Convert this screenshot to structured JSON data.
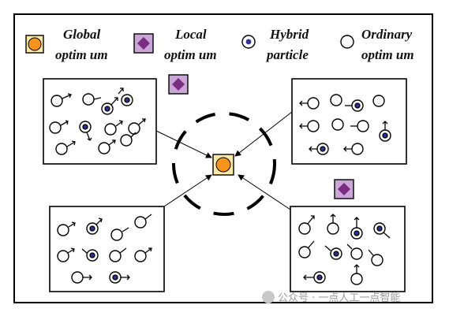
{
  "legend": {
    "global_line1": "Global",
    "global_line2": "optim um",
    "local_line1": "Local",
    "local_line2": "optim um",
    "hybrid_line1": "Hybrid",
    "hybrid_line2": "particle",
    "ordinary_line1": "Ordinary",
    "ordinary_line2": "optim um"
  },
  "watermark": "公众号 · 一点人工一点智能",
  "colors": {
    "global_fill": "#f7941d",
    "global_box": "#fde9a8",
    "local_fill": "#7b2c83",
    "local_box": "#c9a6d6",
    "hybrid_dot": "#2e3192",
    "line": "#000000"
  }
}
